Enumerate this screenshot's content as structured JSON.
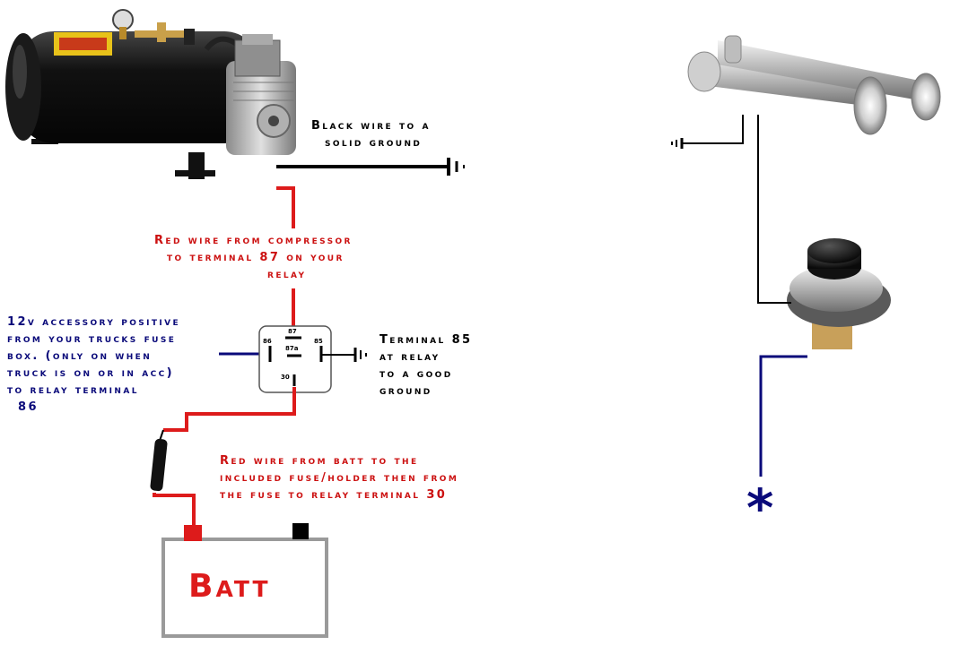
{
  "labels": {
    "ground_black_wire": [
      "Black wire to a",
      "solid ground"
    ],
    "red_compressor": [
      "Red wire from compressor",
      "to terminal 87 on your",
      "relay"
    ],
    "accessory_positive": [
      "12v accessory positive",
      "from your trucks fuse",
      "box. (only on when",
      "truck is on or in acc)",
      "to relay terminal",
      "86"
    ],
    "terminal_85": [
      "Terminal 85",
      "at relay",
      "to a good",
      "ground"
    ],
    "red_batt": [
      "Red wire from batt to the",
      "included fuse/holder then from",
      "the fuse to relay terminal 30"
    ],
    "battery": "Batt",
    "asterisk": "*"
  },
  "relay_pins": {
    "p87": "87",
    "p87a": "87a",
    "p86": "86",
    "p85": "85",
    "p30": "30"
  },
  "colors": {
    "red_wire": "#dd1b1b",
    "black_wire": "#000000",
    "blue_wire": "#0a0a7a",
    "battery_outline": "#9a9a9a",
    "relay_outline": "#555555"
  }
}
